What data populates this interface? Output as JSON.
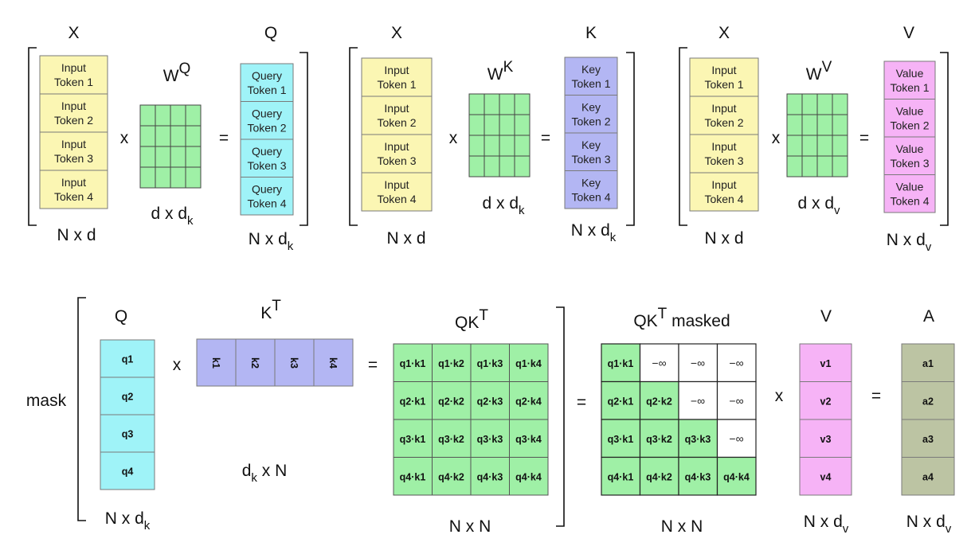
{
  "colors": {
    "input": "#fbf6b3",
    "query": "#9ff3f8",
    "key": "#b3b6f3",
    "value": "#f6b3f6",
    "weight": "#9ff0a6",
    "output": "#bcc4a3",
    "masked": "#ffffff",
    "border": "#7a7a7a"
  },
  "top": {
    "query_block": {
      "x_label": "X",
      "input_tokens": [
        "Input\nToken 1",
        "Input\nToken 2",
        "Input\nToken 3",
        "Input\nToken 4"
      ],
      "input_dim": "N x d",
      "times": "x",
      "weight_label": "W",
      "weight_sup": "Q",
      "weight_dim_main": "d x d",
      "weight_dim_sub": "k",
      "equals": "=",
      "out_label": "Q",
      "out_tokens": [
        "Query\nToken 1",
        "Query\nToken 2",
        "Query\nToken 3",
        "Query\nToken 4"
      ],
      "out_dim_main": "N x d",
      "out_dim_sub": "k"
    },
    "key_block": {
      "x_label": "X",
      "input_tokens": [
        "Input\nToken 1",
        "Input\nToken 2",
        "Input\nToken 3",
        "Input\nToken 4"
      ],
      "input_dim": "N x d",
      "times": "x",
      "weight_label": "W",
      "weight_sup": "K",
      "weight_dim_main": "d x d",
      "weight_dim_sub": "k",
      "equals": "=",
      "out_label": "K",
      "out_tokens": [
        "Key\nToken 1",
        "Key\nToken 2",
        "Key\nToken 3",
        "Key\nToken 4"
      ],
      "out_dim_main": "N x d",
      "out_dim_sub": "k"
    },
    "value_block": {
      "x_label": "X",
      "input_tokens": [
        "Input\nToken 1",
        "Input\nToken 2",
        "Input\nToken 3",
        "Input\nToken 4"
      ],
      "input_dim": "N x d",
      "times": "x",
      "weight_label": "W",
      "weight_sup": "V",
      "weight_dim_main": "d x d",
      "weight_dim_sub": "v",
      "equals": "=",
      "out_label": "V",
      "out_tokens": [
        "Value\nToken 1",
        "Value\nToken 2",
        "Value\nToken 3",
        "Value\nToken 4"
      ],
      "out_dim_main": "N x d",
      "out_dim_sub": "v"
    }
  },
  "bottom": {
    "mask_label": "mask",
    "q_label": "Q",
    "q_cells": [
      "q1",
      "q2",
      "q3",
      "q4"
    ],
    "q_dim_main": "N x d",
    "q_dim_sub": "k",
    "times": "x",
    "kt_label": "K",
    "kt_sup": "T",
    "kt_cells": [
      "k1",
      "k2",
      "k3",
      "k4"
    ],
    "kt_dim_main": "d",
    "kt_dim_sub": "k",
    "kt_dim_rest": " x N",
    "equals": "=",
    "qk_label": "QK",
    "qk_sup": "T",
    "qk_cells": [
      [
        "q1·k1",
        "q1·k2",
        "q1·k3",
        "q1·k4"
      ],
      [
        "q2·k1",
        "q2·k2",
        "q2·k3",
        "q2·k4"
      ],
      [
        "q3·k1",
        "q3·k2",
        "q3·k3",
        "q3·k4"
      ],
      [
        "q4·k1",
        "q4·k2",
        "q4·k3",
        "q4·k4"
      ]
    ],
    "qk_dim": "N x N",
    "equals2": "=",
    "masked_label": "QK",
    "masked_sup": "T",
    "masked_suffix": " masked",
    "masked_cells": [
      [
        "q1·k1",
        "−∞",
        "−∞",
        "−∞"
      ],
      [
        "q2·k1",
        "q2·k2",
        "−∞",
        "−∞"
      ],
      [
        "q3·k1",
        "q3·k2",
        "q3·k3",
        "−∞"
      ],
      [
        "q4·k1",
        "q4·k2",
        "q4·k3",
        "q4·k4"
      ]
    ],
    "masked_dim": "N x N",
    "times2": "x",
    "v_label": "V",
    "v_cells": [
      "v1",
      "v2",
      "v3",
      "v4"
    ],
    "v_dim_main": "N x d",
    "v_dim_sub": "v",
    "equals3": "=",
    "a_label": "A",
    "a_cells": [
      "a1",
      "a2",
      "a3",
      "a4"
    ],
    "a_dim_main": "N x d",
    "a_dim_sub": "v"
  }
}
